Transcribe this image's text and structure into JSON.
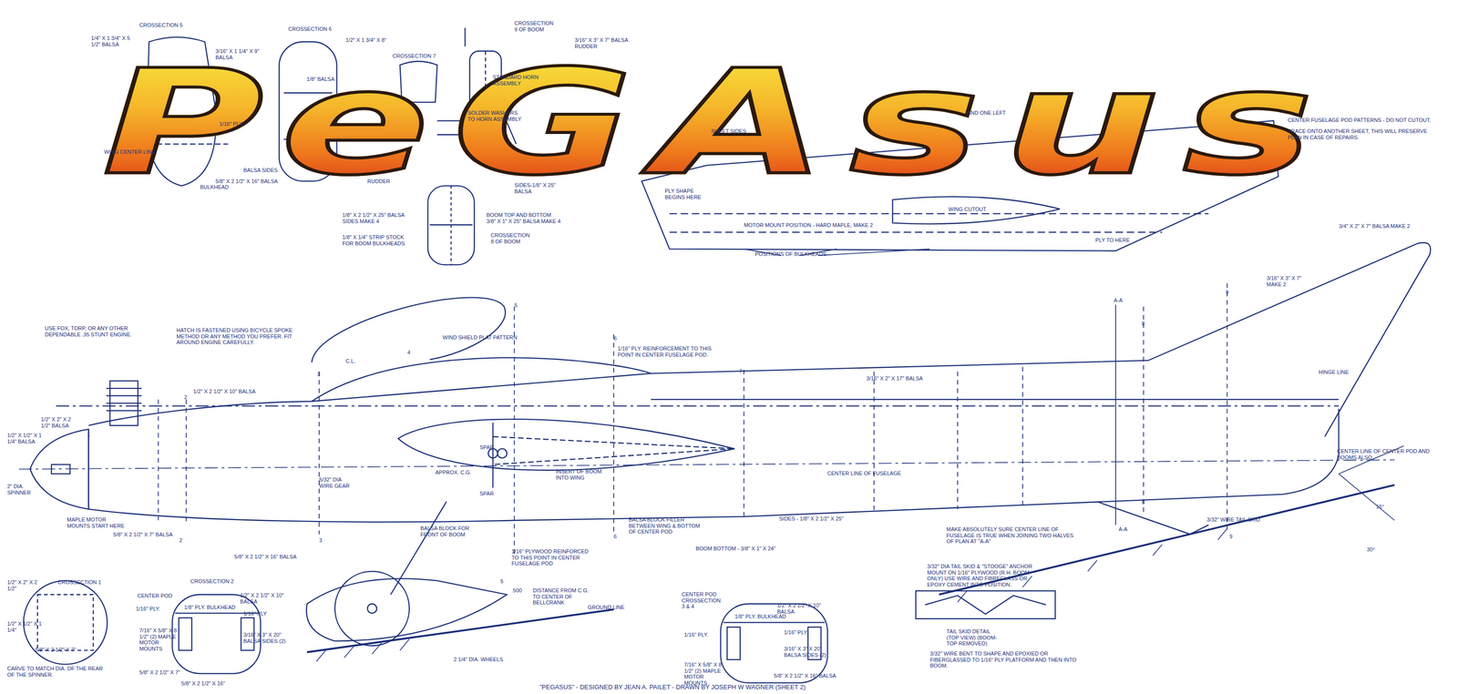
{
  "diagram": {
    "title": "PeGAsus",
    "caption": "\"PEGASUS\" - DESIGNED BY JEAN A. PAILET - DRAWN BY JOSEPH W WAGNER (SHEET 2)",
    "labels": [
      "CROSSECTION 5",
      "1/4\" X 1 3/4\" X 5 1/2\" BALSA",
      "CROSSECTION 6",
      "3/16\" X 1 1/4\" X 9\" BALSA",
      "1/2\" X 1 3/4\" X 8\"",
      "CROSSECTION 7",
      "1/8\" BALSA",
      "1/16\" PLY.",
      "WING CENTER LINE",
      "BALSA SIDES",
      "BULKHEAD",
      "5/8\" X 2 1/2\" X 16\" BALSA",
      "CROSSECTION 9 OF BOOM",
      "3/16\" X 3\" X 7\" BALSA RUDDER",
      "STANDARD HORN ASSEMBLY",
      "SOLDER WASHERS TO HORN ASSEMBLY",
      "RUDDER",
      "SIDES-1/8\" X 25\" BALSA",
      "BOOM TOP AND BOTTOM 3/8\" X 1\" X 25\" BALSA MAKE 4",
      "1/8\" X 2 1/2\" X 25\" BALSA SIDES MAKE 4",
      "1/8\" X 1/4\" STRIP STOCK FOR BOOM BULKHEADS",
      "CROSSECTION 8 OF BOOM",
      "SHEET SIDES",
      "AND ONE LEFT",
      "CENTER FUSELAGE POD PATTERNS - DO NOT CUTOUT.",
      "TRACE ONTO ANOTHER SHEET, THIS WILL PRESERVE PLAN IN CASE OF REPAIRS.",
      "PLY SHAPE BEGINS HERE",
      "WING CUTOUT",
      "MOTOR MOUNT POSITION - HARD MAPLE, MAKE 2",
      "PLY TO HERE",
      "POSITIONS OF BULKHEADS",
      "3/4\" X 2\" X 7\" BALSA MAKE 2",
      "3/16\" X 3\" X 7\" MAKE 2",
      "HINGE LINE",
      "A-A",
      "9",
      "8",
      "3/16\" X 2\" X 17\" BALSA",
      "7",
      "6",
      "1/16\" PLY. REINFORCEMENT TO THIS POINT IN CENTER FUSELAGE POD.",
      "5",
      "WIND SHIELD PLAT PATTERN",
      "4",
      "C.L.",
      "3",
      "2",
      "USE FOX, TORP, OR ANY OTHER DEPENDABLE .35 STUNT ENGINE.",
      "HATCH IS FASTENED USING BICYCLE SPOKE METHOD OR ANY METHOD YOU PREFER. FIT AROUND ENGINE CAREFULLY.",
      "1/2\" X 2 1/2\" X 10\" BALSA",
      "1/2\" X 2\" X 2 1/2\" BALSA",
      "1/2\" X 1/2\" X 1 1/4\" BALSA",
      "1",
      "2\" DIA. SPINNER",
      "MAPLE MOTOR MOUNTS START HERE",
      "5/32\" DIA WIRE GEAR",
      "APPROX. C.G.",
      "SPAR",
      "SPAR",
      "INSERT OF BOOM INTO WING",
      "CENTER LINE OF FUSELAGE",
      "CENTER LINE OF CENTER POD AND BOOMS ALSO.",
      "15°",
      "30°",
      "BALSA BLOCK FOR FRONT OF BOOM",
      "BALSA BLOCK FILLER BETWEEN WING & BOTTOM OF CENTER POD",
      "SIDES - 1/8\" X 2 1/2\" X 25\"",
      "BOOM BOTTOM - 3/8\" X 1\" X 24\"",
      "5/8\" X 2 1/2\" X 7\" BALSA",
      "5/8\" X 2 1/2\" X 16\" BALSA",
      "2",
      "3",
      "1/16\" PLYWOOD REINFORCED TO THIS POINT IN CENTER FUSELAGE POD",
      "5",
      "6",
      ".500",
      "DISTANCE FROM C.G. TO CENTER OF BELLCRANK",
      "MAKE ABSOLUTELY SURE CENTER LINE OF FUSELAGE IS TRUE WHEN JOINING TWO HALVES OF PLAN AT \"A-A\"",
      "A-A",
      "8",
      "9",
      "3/32\" DIA TAIL SKID & \"STOOGE\" ANCHOR MOUNT ON 1/16\" PLYWOOD (R.H. BOOM ONLY) USE WIRE AND FIBREGLASS OR EPOXY CEMENT INTO POSITION.",
      "3/32\" WIRE TAIL SKID",
      "TAIL SKID DETAIL (TOP VIEW) (BOOM-TOP REMOVED)",
      "3/32\" WIRE BENT TO SHAPE AND EPOXIED OR FIBERGLASSED TO 1/16\" PLY PLATFORM AND THEN INTO BOOM.",
      "GROUND LINE",
      "2 1/4\" DIA. WHEELS",
      "CROSSECTION 1",
      "CENTER POD",
      "1/2\" X 2\" X 2 1/2\"",
      "1/2\" X 1/2\" X 1 1/4\"",
      "5/8\" X 2 1/2\" X 7\"",
      "CARVE TO MATCH DIA. OF THE REAR OF THE SPINNER.",
      "CROSSECTION 2",
      "1/2\" X 2 1/2\" X 10\" BALSA",
      "1/16\" PLY.",
      "1/8\" PLY. BULKHEAD",
      "1/16\" PLY",
      "7/16\" X 5/8\" X 8 1/2\" (2) MAPLE MOTOR MOUNTS",
      "3/16\" X 3\" X 20\" BALSA SIDES (2)",
      "5/8\" X 2 1/2\" X 7\"",
      "5/8\" X 2 1/2\" X 16\"",
      "CENTER POD CROSSECTION 3 & 4",
      "1/2\" X 2 1/2\" X 10\" BALSA",
      "1/8\" PLY. BULKHEAD",
      "1/16\" PLY.",
      "1/16\" PLY.",
      "3/16\" X 3\" X 20\" BALSA SIDES (2)",
      "7/16\" X 5/8\" X 8 1/2\" (2) MAPLE MOTOR MOUNTS",
      "5/8\" X 2 1/2\" X 16\" BALSA"
    ]
  }
}
